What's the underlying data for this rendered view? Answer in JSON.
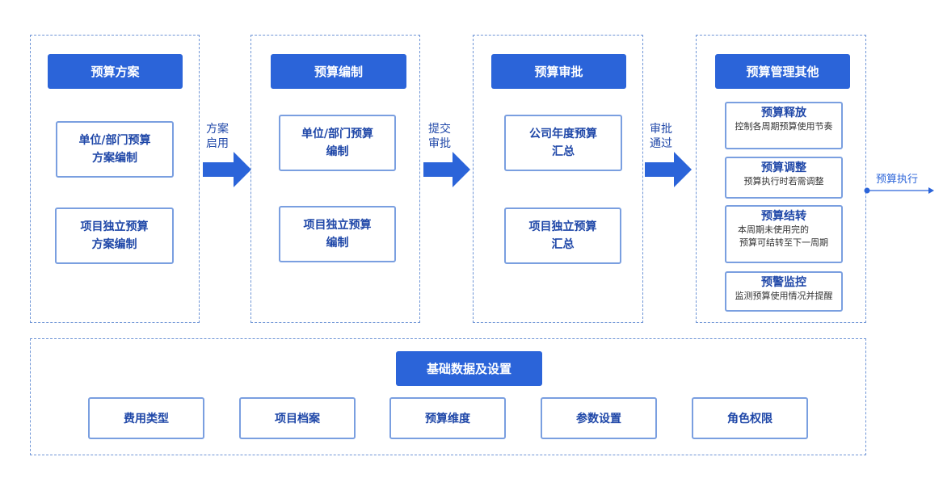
{
  "stages": [
    {
      "header": "预算方案",
      "boxes": [
        {
          "line1": "单位/部门预算",
          "line2": "方案编制"
        },
        {
          "line1": "项目独立预算",
          "line2": "方案编制"
        }
      ]
    },
    {
      "header": "预算编制",
      "boxes": [
        {
          "line1": "单位/部门预算",
          "line2": "编制"
        },
        {
          "line1": "项目独立预算",
          "line2": "编制"
        }
      ]
    },
    {
      "header": "预算审批",
      "boxes": [
        {
          "line1": "公司年度预算",
          "line2": "汇总"
        },
        {
          "line1": "项目独立预算",
          "line2": "汇总"
        }
      ]
    },
    {
      "header": "预算管理其他",
      "items": [
        {
          "title": "预算释放",
          "desc": [
            "控制各周期预算使用节奏"
          ]
        },
        {
          "title": "预算调整",
          "desc": [
            "预算执行时若需调整"
          ]
        },
        {
          "title": "预算结转",
          "desc": [
            "本周期未使用完的",
            "预算可结转至下一周期"
          ]
        },
        {
          "title": "预警监控",
          "desc": [
            "监测预算使用情况并提醒"
          ]
        }
      ]
    }
  ],
  "arrows": [
    {
      "line1": "方案",
      "line2": "启用"
    },
    {
      "line1": "提交",
      "line2": "审批"
    },
    {
      "line1": "审批",
      "line2": "通过"
    }
  ],
  "execution": {
    "label": "预算执行"
  },
  "base": {
    "header": "基础数据及设置",
    "items": [
      "费用类型",
      "项目档案",
      "预算维度",
      "参数设置",
      "角色权限"
    ]
  },
  "colors": {
    "primary": "#2b64d9",
    "border": "#7a9fe0",
    "dashed": "#6f95d6",
    "text": "#1f47a8"
  }
}
